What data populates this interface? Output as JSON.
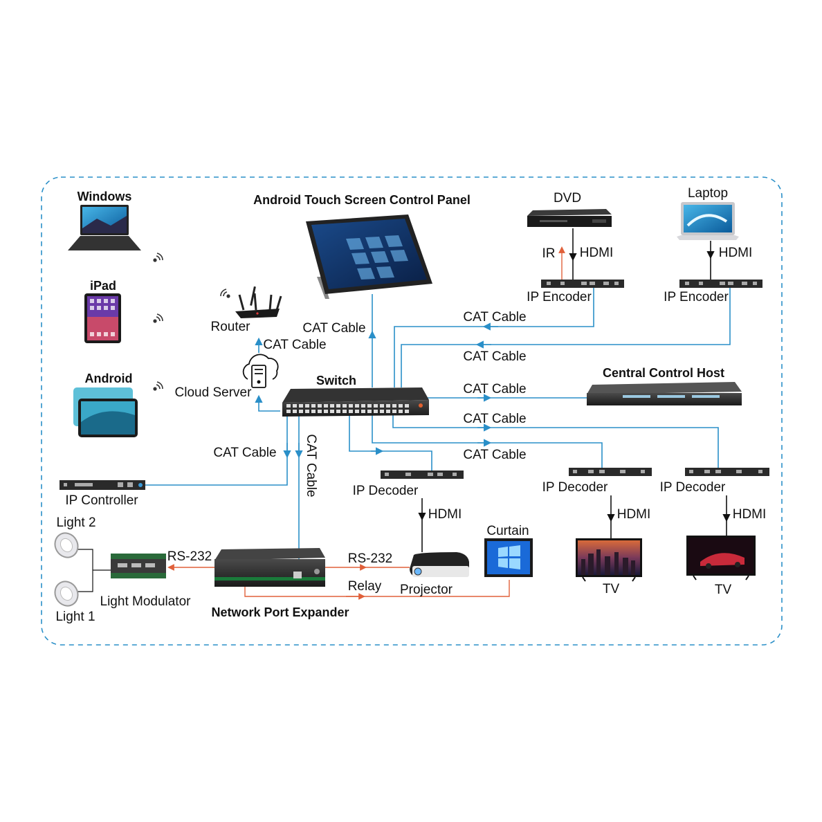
{
  "nodes": {
    "windows": "Windows",
    "ipad": "iPad",
    "android": "Android",
    "panel": "Android Touch Screen Control Panel",
    "router": "Router",
    "cloud": "Cloud Server",
    "switch": "Switch",
    "dvd": "DVD",
    "laptop": "Laptop",
    "encoder1": "IP Encoder",
    "encoder2": "IP Encoder",
    "host": "Central Control Host",
    "ip_controller": "IP Controller",
    "decoder1": "IP Decoder",
    "decoder2": "IP Decoder",
    "decoder3": "IP Decoder",
    "light2": "Light 2",
    "light1": "Light 1",
    "light_modulator": "Light Modulator",
    "expander": "Network Port Expander",
    "projector": "Projector",
    "curtain": "Curtain",
    "tv1": "TV",
    "tv2": "TV"
  },
  "links": {
    "cat_router": "CAT Cable",
    "cat_panel": "CAT Cable",
    "cat_enc1": "CAT Cable",
    "cat_enc2": "CAT Cable",
    "cat_host": "CAT Cable",
    "cat_dec3": "CAT Cable",
    "cat_dec2": "CAT Cable",
    "cat_ctrl": "CAT Cable",
    "cat_exp": "CAT Cable",
    "ir": "IR",
    "hdmi_dvd": "HDMI",
    "hdmi_laptop": "HDMI",
    "hdmi_dec1": "HDMI",
    "hdmi_dec2": "HDMI",
    "hdmi_dec3": "HDMI",
    "rs232_left": "RS-232",
    "rs232_right": "RS-232",
    "relay": "Relay"
  },
  "colors": {
    "cat_line": "#2a8fc8",
    "control_line": "#e0603a",
    "hdmi_line": "#111111",
    "border": "#2a8fc8"
  }
}
